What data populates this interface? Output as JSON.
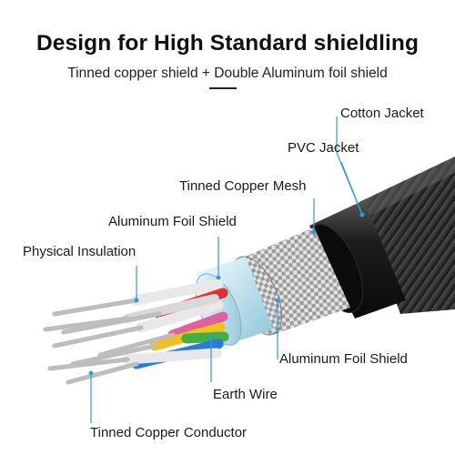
{
  "header": {
    "title": "Design for High Standard shieldling",
    "subtitle_left": "Tinned copper shield",
    "subtitle_plus": "+",
    "subtitle_right": "Double Aluminum foil shield"
  },
  "labels": {
    "cotton_jacket": "Cotton Jacket",
    "pvc_jacket": "PVC Jacket",
    "tinned_copper_mesh": "Tinned Copper Mesh",
    "aluminum_foil_shield_top": "Aluminum Foil Shield",
    "physical_insulation": "Physical Insulation",
    "aluminum_foil_shield_bottom": "Aluminum Foil Shield",
    "earth_wire": "Earth Wire",
    "tinned_copper_conductor": "Tinned Copper Conductor"
  },
  "colors": {
    "leader_line": "#2a9fd6",
    "cotton_jacket": "#2a2a2a",
    "pvc_jacket": "#151515",
    "mesh": "#b9b9b9",
    "foil": "#cfe6ef",
    "wires": [
      "#e8e8e8",
      "#e23030",
      "#f0c020",
      "#40b040",
      "#2a7ad8",
      "#e060a0",
      "#f08030"
    ]
  }
}
